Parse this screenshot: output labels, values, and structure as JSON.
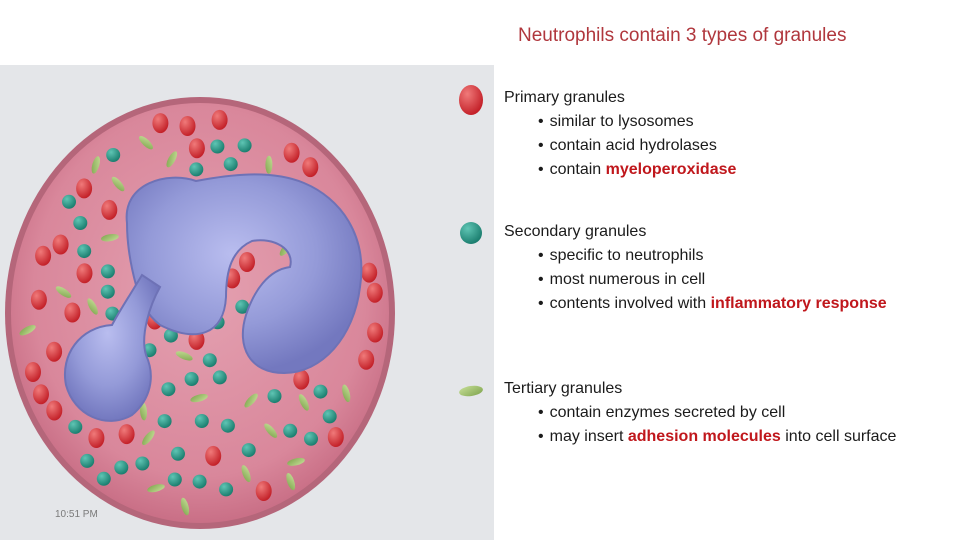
{
  "title": "Neutrophils contain 3 types of granules",
  "timestamp": "10:51 PM",
  "colors": {
    "title": "#b0373d",
    "highlight": "#c0171c",
    "cytoplasm": "#d9879b",
    "nucleus": "#8f95d4",
    "primary_granule": "#d8343b",
    "secondary_granule": "#2a9a8a",
    "tertiary_granule": "#9cc16a"
  },
  "legend_icons": {
    "primary": "red-oval-granule",
    "secondary": "teal-round-granule",
    "tertiary": "green-elongated-granule"
  },
  "sections": [
    {
      "heading": "Primary granules",
      "bullets": [
        {
          "text": "similar to lysosomes",
          "highlight": "",
          "after": ""
        },
        {
          "text": "contain acid hydrolases",
          "highlight": "",
          "after": ""
        },
        {
          "text": "contain ",
          "highlight": "myeloperoxidase",
          "after": ""
        }
      ]
    },
    {
      "heading": "Secondary granules",
      "bullets": [
        {
          "text": "specific to neutrophils",
          "highlight": "",
          "after": ""
        },
        {
          "text": "most numerous in cell",
          "highlight": "",
          "after": ""
        },
        {
          "text": "contents involved with ",
          "highlight": "inflammatory response",
          "after": ""
        }
      ]
    },
    {
      "heading": "Tertiary granules",
      "bullets": [
        {
          "text": "contain enzymes secreted by cell",
          "highlight": "",
          "after": ""
        },
        {
          "text": "may insert ",
          "highlight": "adhesion molecules",
          "after": " into cell surface"
        }
      ]
    }
  ]
}
